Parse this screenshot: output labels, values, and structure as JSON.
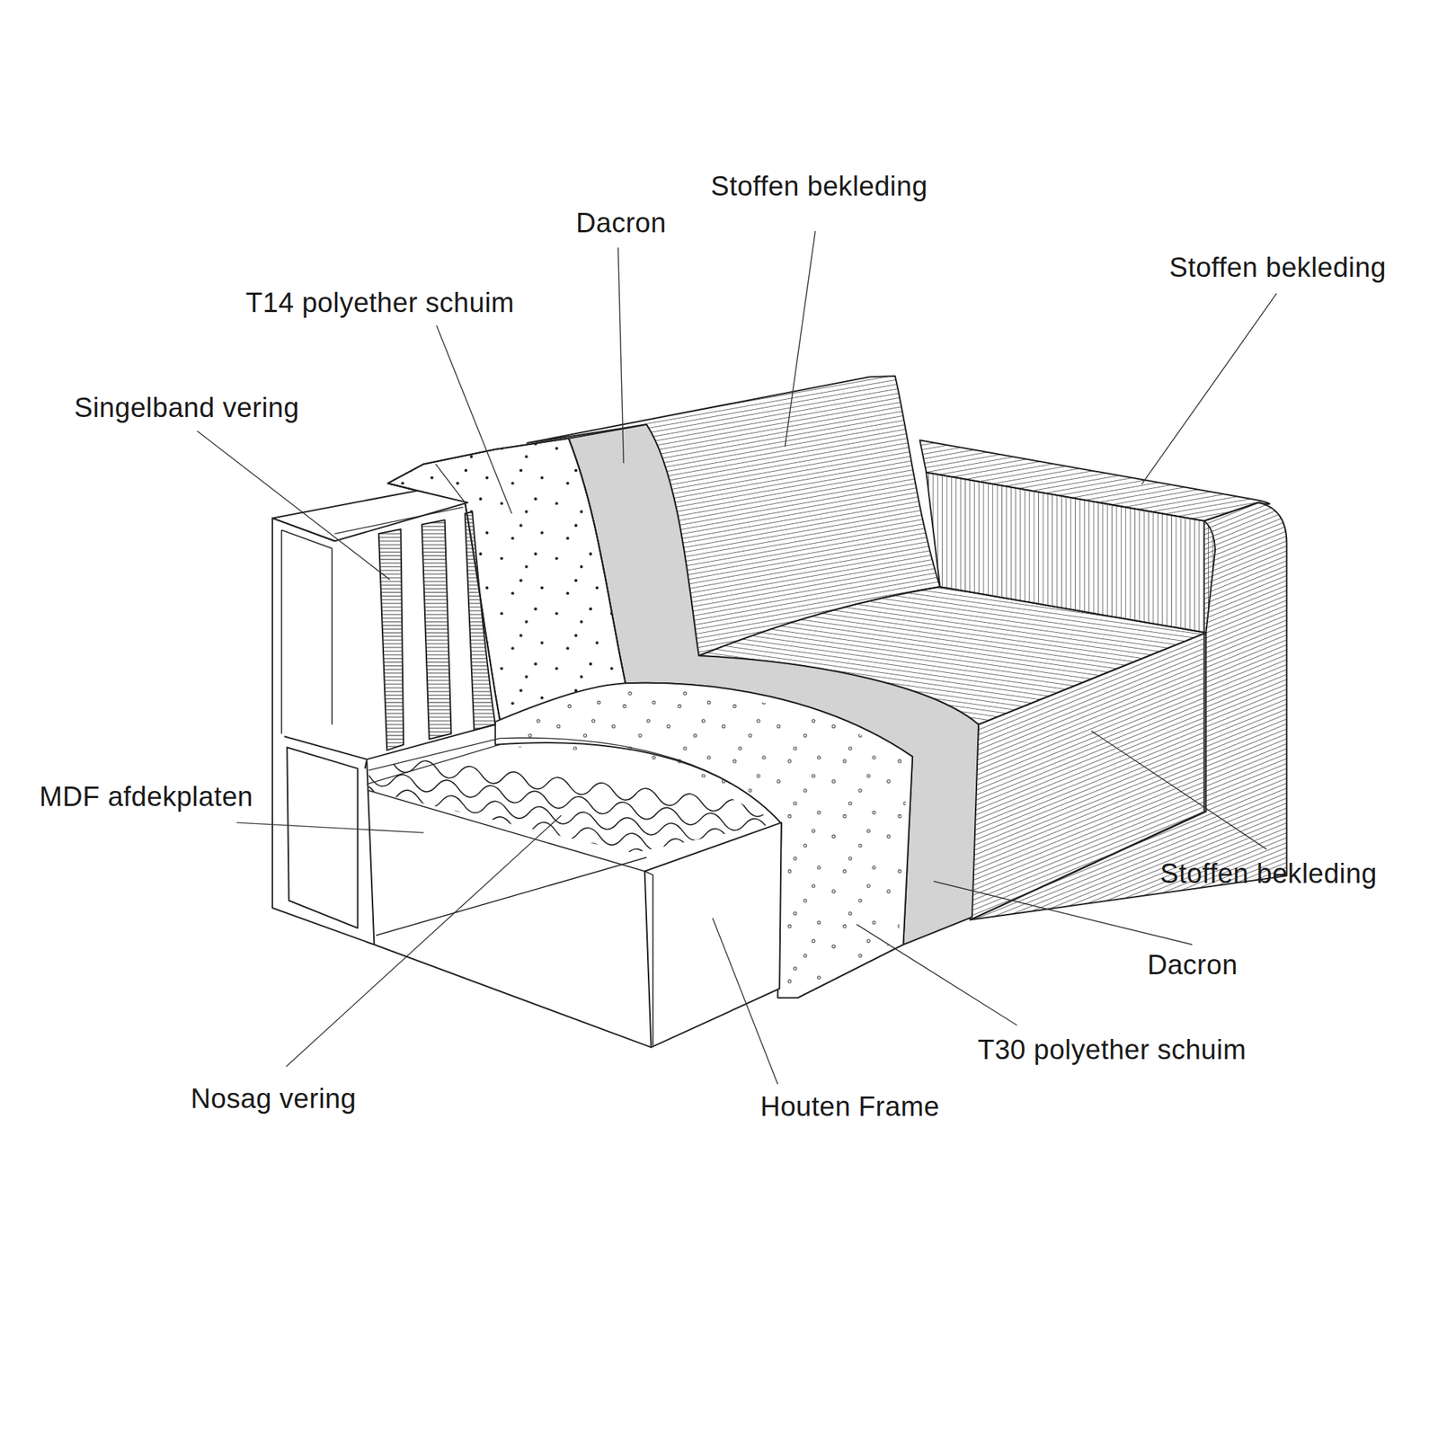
{
  "diagram": {
    "labels": [
      "Stoffen bekleding",
      "Dacron",
      "Stoffen bekleding",
      "T14 polyether schuim",
      "Singelband vering",
      "MDF afdekplaten",
      "Stoffen bekleding",
      "Dacron",
      "T30 polyether schuim",
      "Nosag vering",
      "Houten Frame"
    ]
  }
}
